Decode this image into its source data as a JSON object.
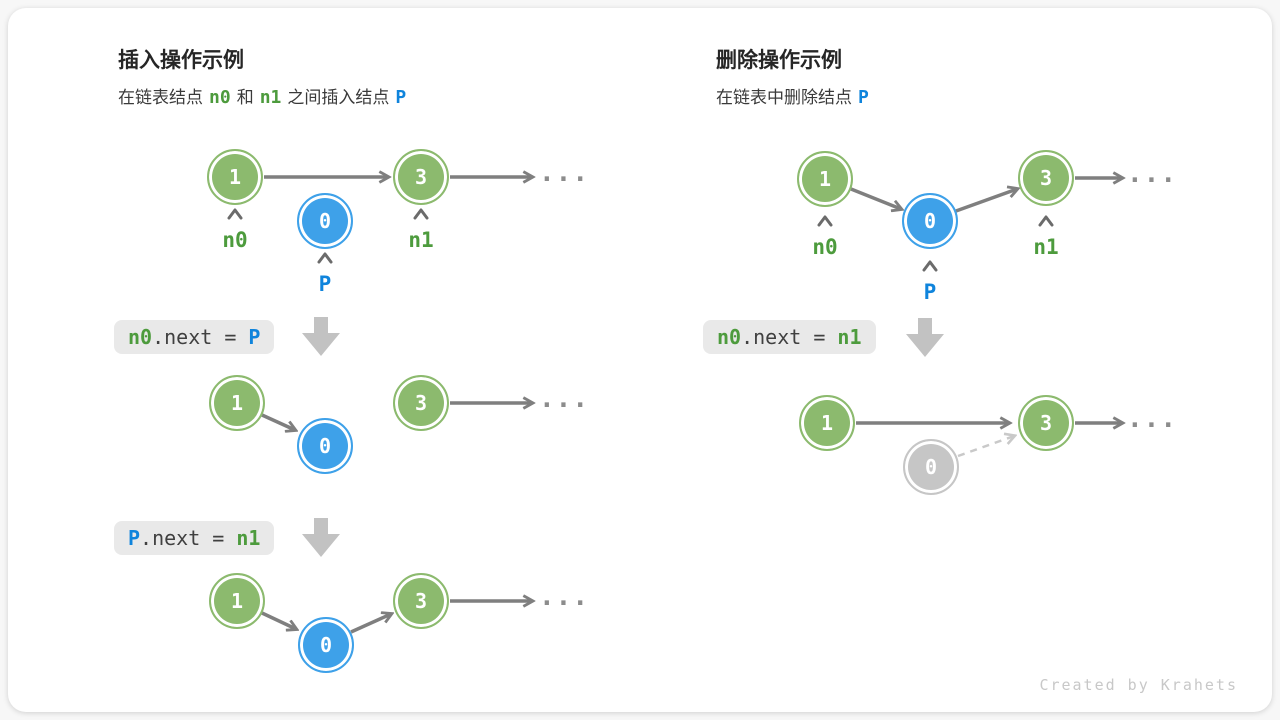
{
  "watermark": "Created by Krahets",
  "colors": {
    "node_green": "#8cba6e",
    "node_blue": "#3ea1e9",
    "node_gray": "#c6c6c6",
    "label_green": "#4d9b3d",
    "label_blue": "#0f84dc",
    "arrow_gray": "#7f7f7f",
    "dashed_gray": "#c9c9c9",
    "block_arrow_gray": "#c2c2c2",
    "code_box_bg": "#e9e9e9",
    "card_bg": "#ffffff"
  },
  "insert": {
    "title": "插入操作示例",
    "subtitle": {
      "pre": "在链表结点",
      "n0": "n0",
      "mid": "和",
      "n1": "n1",
      "mid2": "之间插入结点",
      "p": "P"
    },
    "d1": {
      "v1": "1",
      "v0": "0",
      "v3": "3",
      "n0": "n0",
      "n1": "n1",
      "p": "P",
      "dots": "..."
    },
    "code1": {
      "a": "n0",
      "b": ".next = ",
      "c": "P"
    },
    "d2": {
      "v1": "1",
      "v0": "0",
      "v3": "3",
      "dots": "..."
    },
    "code2": {
      "a": "P",
      "b": ".next = ",
      "c": "n1"
    },
    "d3": {
      "v1": "1",
      "v0": "0",
      "v3": "3",
      "dots": "..."
    }
  },
  "delete": {
    "title": "删除操作示例",
    "subtitle": {
      "pre": "在链表中删除结点",
      "p": "P"
    },
    "d1": {
      "v1": "1",
      "v0": "0",
      "v3": "3",
      "n0": "n0",
      "n1": "n1",
      "p": "P",
      "dots": "..."
    },
    "code1": {
      "a": "n0",
      "b": ".next = ",
      "c": "n1"
    },
    "d2": {
      "v1": "1",
      "v0": "0",
      "v3": "3",
      "dots": "..."
    }
  }
}
